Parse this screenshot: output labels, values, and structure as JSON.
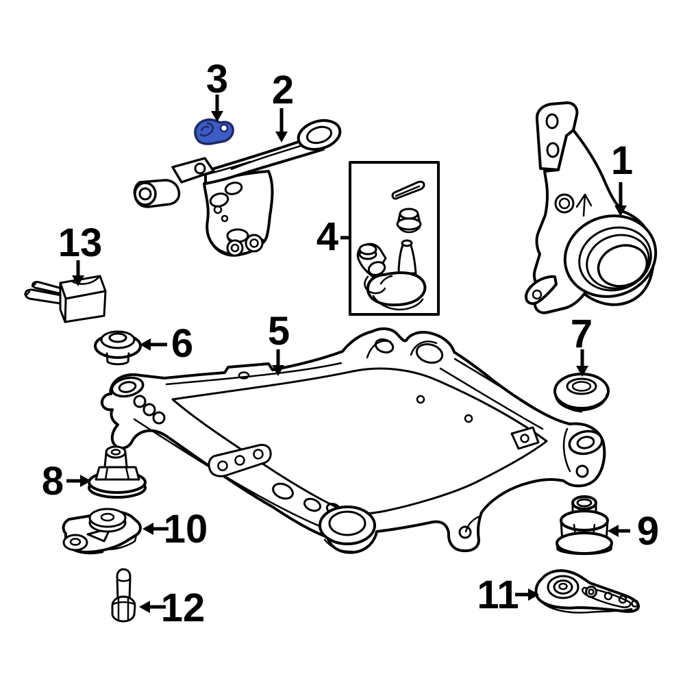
{
  "diagram": {
    "type": "exploded-parts-diagram",
    "subject": "front-suspension-components",
    "background_color": "#ffffff",
    "line_color": "#000000",
    "highlight_color": "#3d5cc5",
    "highlight_outline_color": "#1c2a66",
    "highlighted_callout": "3",
    "callouts": [
      {
        "number": "1"
      },
      {
        "number": "2"
      },
      {
        "number": "3"
      },
      {
        "number": "4"
      },
      {
        "number": "5"
      },
      {
        "number": "6"
      },
      {
        "number": "7"
      },
      {
        "number": "8"
      },
      {
        "number": "9"
      },
      {
        "number": "10"
      },
      {
        "number": "11"
      },
      {
        "number": "12"
      },
      {
        "number": "13"
      }
    ]
  }
}
